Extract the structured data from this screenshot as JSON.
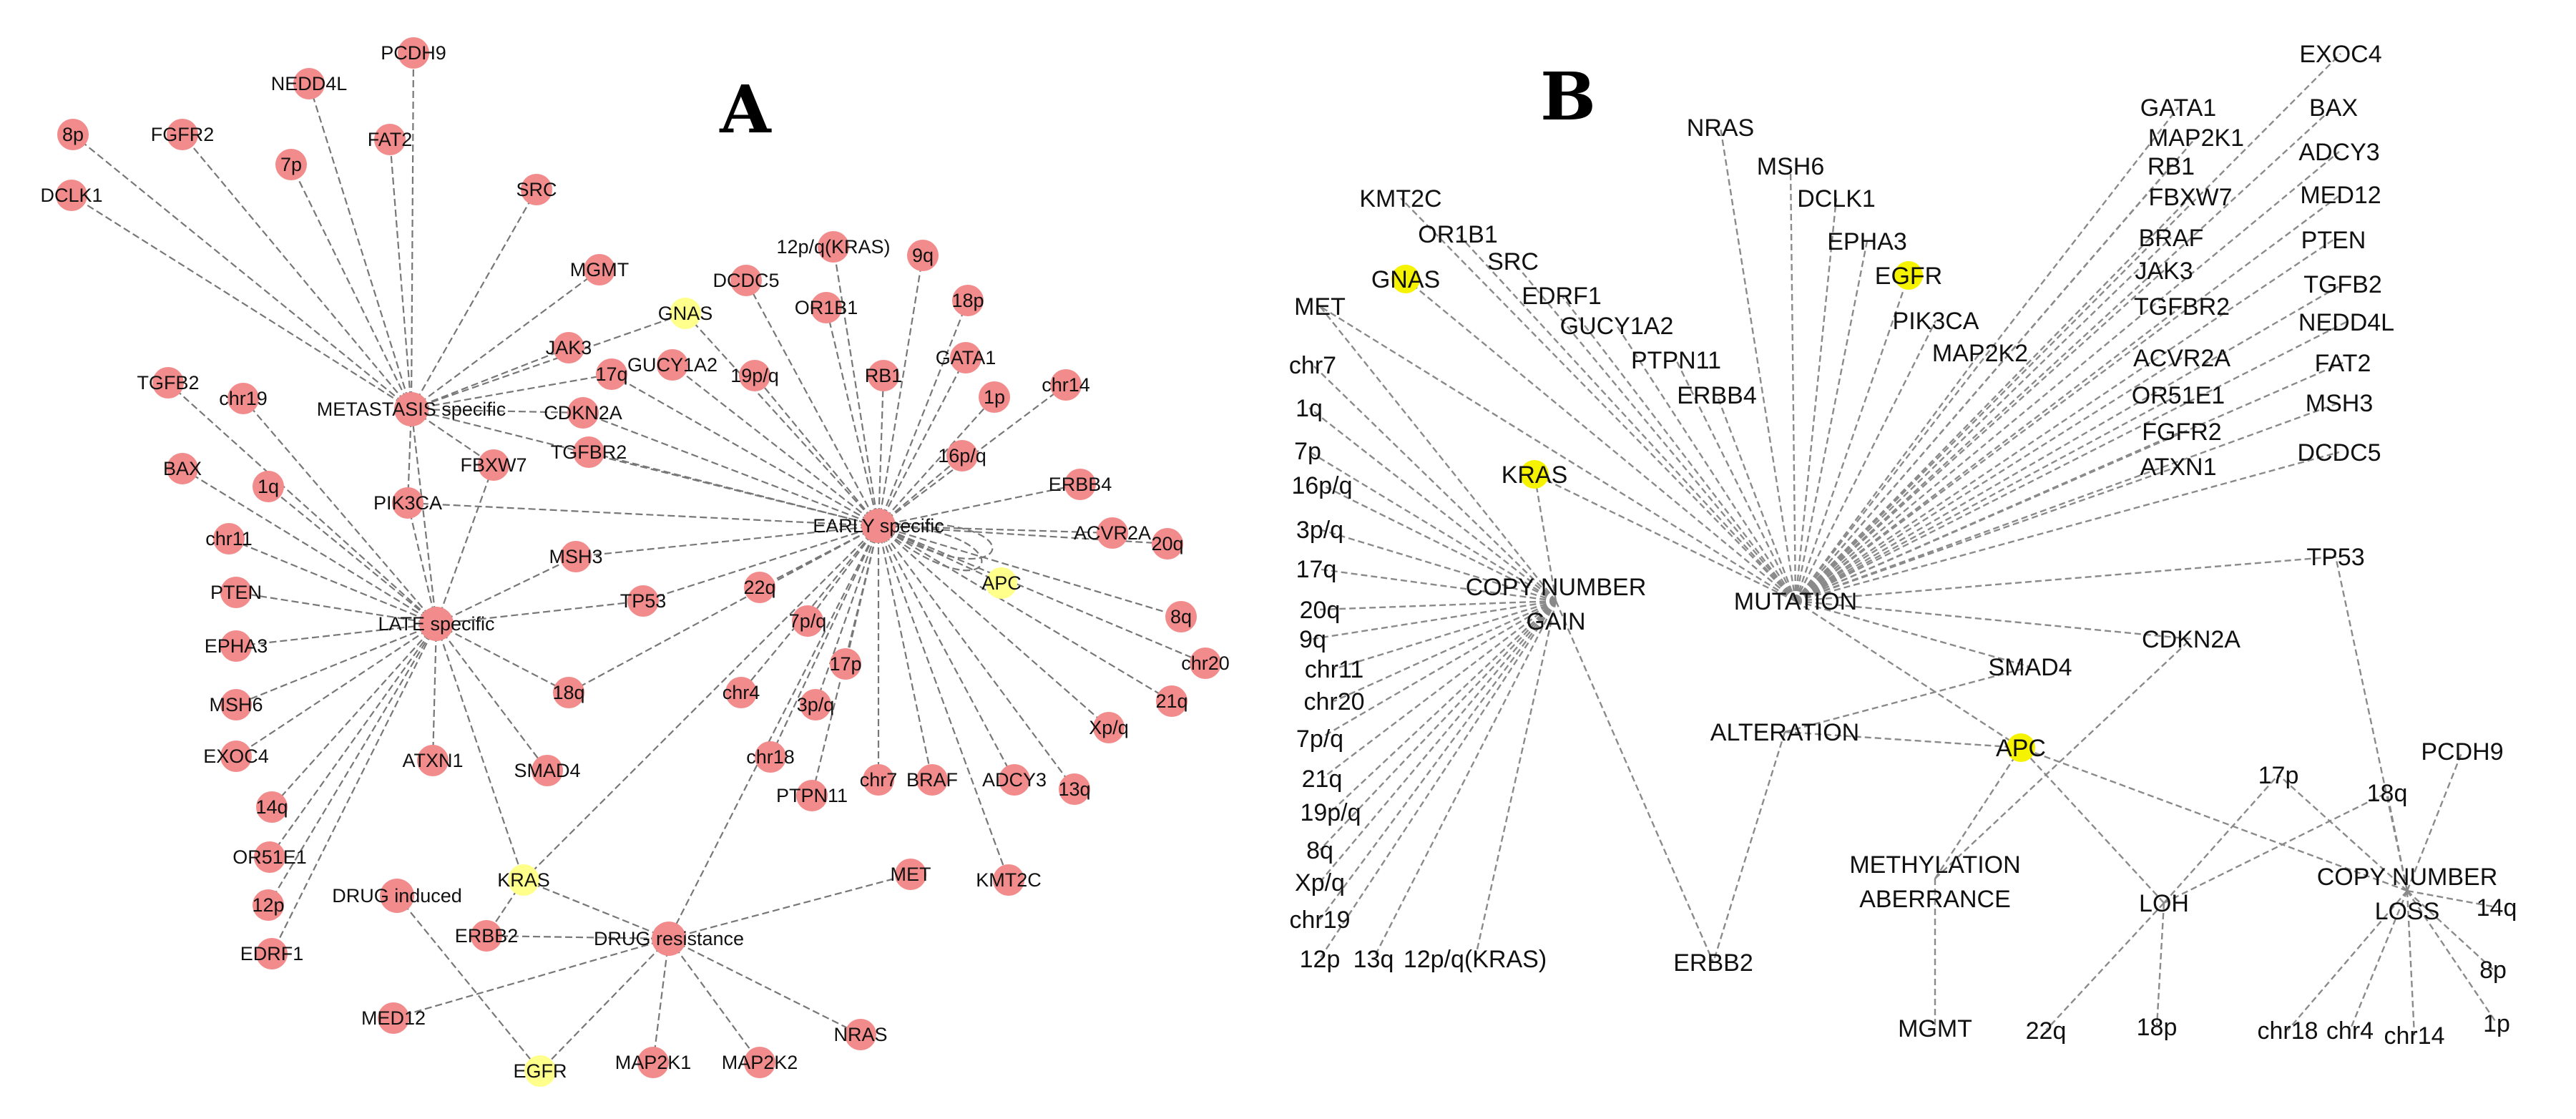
{
  "panels": [
    {
      "id": "A",
      "letter": "A",
      "nodes": [
        {
          "id": "8p",
          "label": "8p"
        },
        {
          "id": "FGFR2",
          "label": "FGFR2"
        },
        {
          "id": "NEDD4L",
          "label": "NEDD4L"
        },
        {
          "id": "PCDH9",
          "label": "PCDH9"
        },
        {
          "id": "FAT2",
          "label": "FAT2"
        },
        {
          "id": "7p",
          "label": "7p"
        },
        {
          "id": "DCLK1",
          "label": "DCLK1"
        },
        {
          "id": "SRC",
          "label": "SRC"
        },
        {
          "id": "MGMT",
          "label": "MGMT"
        },
        {
          "id": "GNAS",
          "label": "GNAS",
          "highlight": true
        },
        {
          "id": "JAK3",
          "label": "JAK3"
        },
        {
          "id": "12pqKRAS",
          "label": "12p/q(KRAS)"
        },
        {
          "id": "9q",
          "label": "9q"
        },
        {
          "id": "DCDC5",
          "label": "DCDC5"
        },
        {
          "id": "18p",
          "label": "18p"
        },
        {
          "id": "OR1B1",
          "label": "OR1B1"
        },
        {
          "id": "TGFB2",
          "label": "TGFB2"
        },
        {
          "id": "chr19",
          "label": "chr19"
        },
        {
          "id": "17q",
          "label": "17q"
        },
        {
          "id": "GUCY1A2",
          "label": "GUCY1A2"
        },
        {
          "id": "19pq",
          "label": "19p/q"
        },
        {
          "id": "RB1",
          "label": "RB1"
        },
        {
          "id": "GATA1",
          "label": "GATA1"
        },
        {
          "id": "chr14",
          "label": "chr14"
        },
        {
          "id": "MET_SPEC",
          "label": "METASTASIS specific",
          "hub": true
        },
        {
          "id": "CDKN2A",
          "label": "CDKN2A"
        },
        {
          "id": "1p",
          "label": "1p"
        },
        {
          "id": "TGFBR2",
          "label": "TGFBR2"
        },
        {
          "id": "16pq",
          "label": "16p/q"
        },
        {
          "id": "ERBB4",
          "label": "ERBB4"
        },
        {
          "id": "BAX",
          "label": "BAX"
        },
        {
          "id": "FBXW7",
          "label": "FBXW7"
        },
        {
          "id": "ACVR2A",
          "label": "ACVR2A"
        },
        {
          "id": "1q",
          "label": "1q"
        },
        {
          "id": "PIK3CA",
          "label": "PIK3CA"
        },
        {
          "id": "EARLY",
          "label": "EARLY specific",
          "hub": true
        },
        {
          "id": "chr11",
          "label": "chr11"
        },
        {
          "id": "20q",
          "label": "20q"
        },
        {
          "id": "MSH3",
          "label": "MSH3"
        },
        {
          "id": "APC",
          "label": "APC",
          "highlight": true
        },
        {
          "id": "PTEN",
          "label": "PTEN"
        },
        {
          "id": "22q",
          "label": "22q"
        },
        {
          "id": "TP53",
          "label": "TP53"
        },
        {
          "id": "LATE",
          "label": "LATE specific",
          "hub": true
        },
        {
          "id": "8q",
          "label": "8q"
        },
        {
          "id": "7pq",
          "label": "7p/q"
        },
        {
          "id": "EPHA3",
          "label": "EPHA3"
        },
        {
          "id": "chr20",
          "label": "chr20"
        },
        {
          "id": "17p",
          "label": "17p"
        },
        {
          "id": "18q",
          "label": "18q"
        },
        {
          "id": "MSH6",
          "label": "MSH6"
        },
        {
          "id": "21q",
          "label": "21q"
        },
        {
          "id": "chr4",
          "label": "chr4"
        },
        {
          "id": "3pq",
          "label": "3p/q"
        },
        {
          "id": "EXOC4",
          "label": "EXOC4"
        },
        {
          "id": "ATXN1",
          "label": "ATXN1"
        },
        {
          "id": "Xpq",
          "label": "Xp/q"
        },
        {
          "id": "SMAD4",
          "label": "SMAD4"
        },
        {
          "id": "14q",
          "label": "14q"
        },
        {
          "id": "chr18",
          "label": "chr18"
        },
        {
          "id": "chr7",
          "label": "chr7"
        },
        {
          "id": "BRAF",
          "label": "BRAF"
        },
        {
          "id": "ADCY3",
          "label": "ADCY3"
        },
        {
          "id": "13q",
          "label": "13q"
        },
        {
          "id": "PTPN11",
          "label": "PTPN11"
        },
        {
          "id": "OR51E1",
          "label": "OR51E1"
        },
        {
          "id": "KRAS",
          "label": "KRAS",
          "highlight": true
        },
        {
          "id": "MET",
          "label": "MET"
        },
        {
          "id": "KMT2C",
          "label": "KMT2C"
        },
        {
          "id": "12p",
          "label": "12p"
        },
        {
          "id": "DRUG_IND",
          "label": "DRUG induced",
          "hub": true
        },
        {
          "id": "ERBB2",
          "label": "ERBB2"
        },
        {
          "id": "DRUG_RES",
          "label": "DRUG resistance",
          "hub": true
        },
        {
          "id": "EDRF1",
          "label": "EDRF1"
        },
        {
          "id": "MED12",
          "label": "MED12"
        },
        {
          "id": "NRAS",
          "label": "NRAS"
        },
        {
          "id": "EGFR",
          "label": "EGFR",
          "highlight": true
        },
        {
          "id": "MAP2K1",
          "label": "MAP2K1"
        },
        {
          "id": "MAP2K2",
          "label": "MAP2K2"
        }
      ]
    },
    {
      "id": "B",
      "letter": "B",
      "nodes": [
        {
          "id": "EXOC4",
          "label": "EXOC4"
        },
        {
          "id": "BAX",
          "label": "BAX"
        },
        {
          "id": "GATA1",
          "label": "GATA1"
        },
        {
          "id": "MAP2K1",
          "label": "MAP2K1"
        },
        {
          "id": "NRAS",
          "label": "NRAS"
        },
        {
          "id": "RB1",
          "label": "RB1"
        },
        {
          "id": "ADCY3",
          "label": "ADCY3"
        },
        {
          "id": "MSH6",
          "label": "MSH6"
        },
        {
          "id": "FBXW7",
          "label": "FBXW7"
        },
        {
          "id": "MED12",
          "label": "MED12"
        },
        {
          "id": "KMT2C",
          "label": "KMT2C"
        },
        {
          "id": "DCLK1",
          "label": "DCLK1"
        },
        {
          "id": "BRAF",
          "label": "BRAF"
        },
        {
          "id": "PTEN",
          "label": "PTEN"
        },
        {
          "id": "OR1B1",
          "label": "OR1B1"
        },
        {
          "id": "EPHA3",
          "label": "EPHA3"
        },
        {
          "id": "JAK3",
          "label": "JAK3"
        },
        {
          "id": "SRC",
          "label": "SRC"
        },
        {
          "id": "TGFB2",
          "label": "TGFB2"
        },
        {
          "id": "GNAS",
          "label": "GNAS",
          "highlight": true
        },
        {
          "id": "EGFR",
          "label": "EGFR",
          "highlight": true
        },
        {
          "id": "EDRF1",
          "label": "EDRF1"
        },
        {
          "id": "TGFBR2",
          "label": "TGFBR2"
        },
        {
          "id": "NEDD4L",
          "label": "NEDD4L"
        },
        {
          "id": "MET",
          "label": "MET"
        },
        {
          "id": "PIK3CA",
          "label": "PIK3CA"
        },
        {
          "id": "GUCY1A2",
          "label": "GUCY1A2"
        },
        {
          "id": "ACVR2A",
          "label": "ACVR2A"
        },
        {
          "id": "FAT2",
          "label": "FAT2"
        },
        {
          "id": "chr7",
          "label": "chr7"
        },
        {
          "id": "MAP2K2",
          "label": "MAP2K2"
        },
        {
          "id": "PTPN11",
          "label": "PTPN11"
        },
        {
          "id": "OR51E1",
          "label": "OR51E1"
        },
        {
          "id": "MSH3",
          "label": "MSH3"
        },
        {
          "id": "1q",
          "label": "1q"
        },
        {
          "id": "ERBB4",
          "label": "ERBB4"
        },
        {
          "id": "FGFR2",
          "label": "FGFR2"
        },
        {
          "id": "DCDC5",
          "label": "DCDC5"
        },
        {
          "id": "7p",
          "label": "7p"
        },
        {
          "id": "ATXN1",
          "label": "ATXN1"
        },
        {
          "id": "KRAS",
          "label": "KRAS",
          "highlight": true
        },
        {
          "id": "16pq",
          "label": "16p/q"
        },
        {
          "id": "3pq",
          "label": "3p/q"
        },
        {
          "id": "TP53",
          "label": "TP53"
        },
        {
          "id": "17q",
          "label": "17q"
        },
        {
          "id": "CNG",
          "label": "COPY NUMBER",
          "label2": "GAIN",
          "hub": true
        },
        {
          "id": "MUTATION",
          "label": "MUTATION",
          "hub": true
        },
        {
          "id": "20q",
          "label": "20q"
        },
        {
          "id": "9q",
          "label": "9q"
        },
        {
          "id": "CDKN2A",
          "label": "CDKN2A"
        },
        {
          "id": "chr11",
          "label": "chr11"
        },
        {
          "id": "SMAD4",
          "label": "SMAD4"
        },
        {
          "id": "chr20",
          "label": "chr20"
        },
        {
          "id": "ALTERATION",
          "label": "ALTERATION",
          "hub": true
        },
        {
          "id": "7pq",
          "label": "7p/q"
        },
        {
          "id": "APC",
          "label": "APC",
          "highlight": true
        },
        {
          "id": "PCDH9",
          "label": "PCDH9"
        },
        {
          "id": "21q",
          "label": "21q"
        },
        {
          "id": "17p",
          "label": "17p"
        },
        {
          "id": "18q",
          "label": "18q"
        },
        {
          "id": "19pq",
          "label": "19p/q"
        },
        {
          "id": "8q",
          "label": "8q"
        },
        {
          "id": "METH",
          "label": "METHYLATION",
          "label2": "ABERRANCE",
          "hub": true
        },
        {
          "id": "LOH",
          "label": "LOH",
          "hub": true
        },
        {
          "id": "CNL",
          "label": "COPY NUMBER",
          "label2": "LOSS",
          "hub": true
        },
        {
          "id": "Xpq",
          "label": "Xp/q"
        },
        {
          "id": "14q",
          "label": "14q"
        },
        {
          "id": "chr19",
          "label": "chr19"
        },
        {
          "id": "12p",
          "label": "12p"
        },
        {
          "id": "13q",
          "label": "13q"
        },
        {
          "id": "12pqKRAS",
          "label": "12p/q(KRAS)"
        },
        {
          "id": "ERBB2",
          "label": "ERBB2"
        },
        {
          "id": "8p",
          "label": "8p"
        },
        {
          "id": "MGMT",
          "label": "MGMT"
        },
        {
          "id": "22q",
          "label": "22q"
        },
        {
          "id": "18p",
          "label": "18p"
        },
        {
          "id": "chr18",
          "label": "chr18"
        },
        {
          "id": "chr4",
          "label": "chr4"
        },
        {
          "id": "chr14",
          "label": "chr14"
        },
        {
          "id": "1p",
          "label": "1p"
        }
      ]
    }
  ]
}
